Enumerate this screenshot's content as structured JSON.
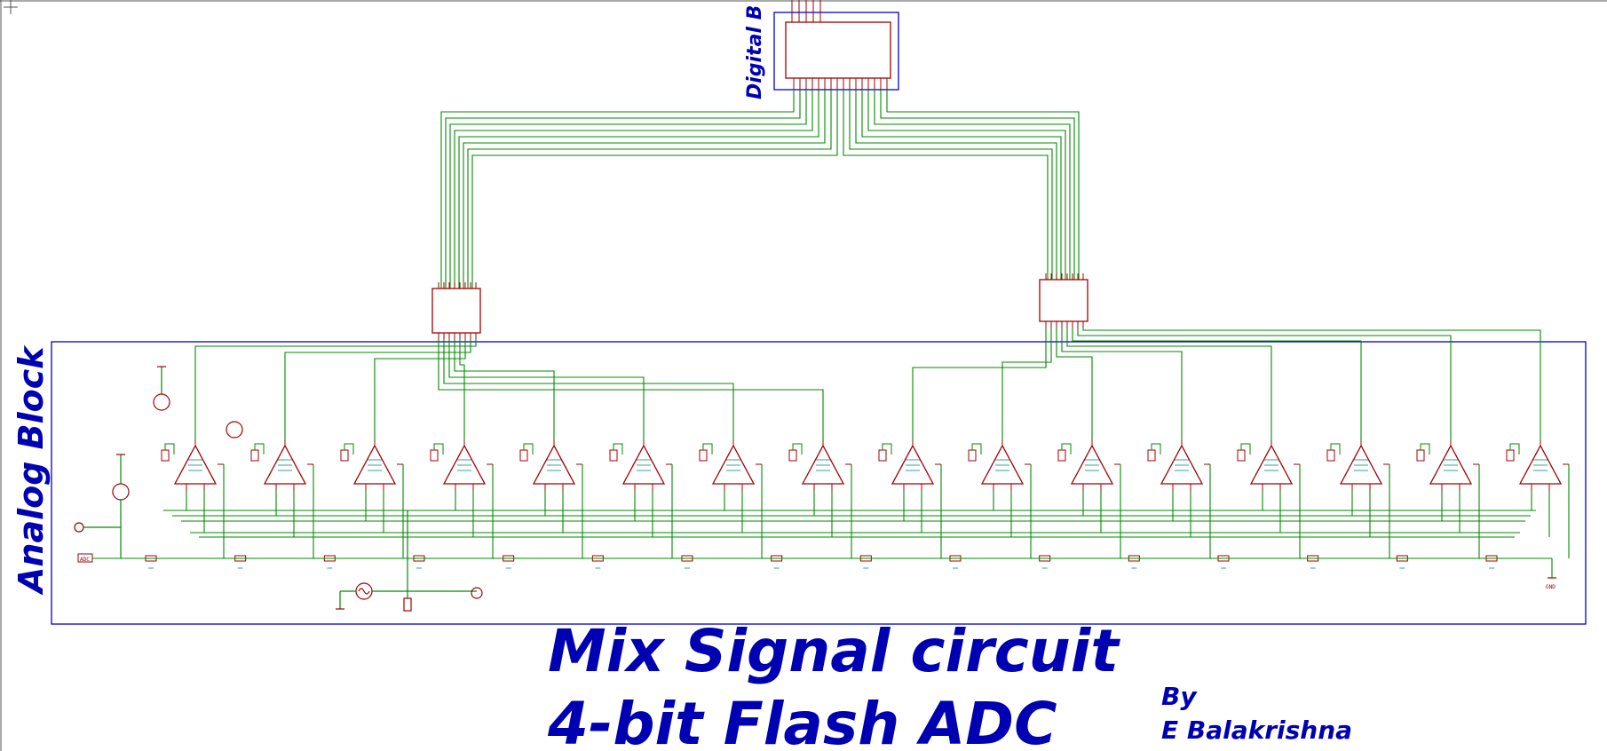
{
  "blocks": {
    "digital_label": "Digital B",
    "analog_label": "Analog Block"
  },
  "title": {
    "line1": "Mix Signal circuit",
    "line2": "4-bit Flash ADC"
  },
  "author": {
    "by": "By",
    "name": "E Balakrishna"
  },
  "components": {
    "adc_input_label": "ADC",
    "gnd_label": "GND",
    "comparator_count": 16,
    "resistor_count": 16
  },
  "colors": {
    "wire": "#008a00",
    "component": "#a00000",
    "block_border": "#0000cc",
    "title": "#0000b3",
    "ref_text": "#008a8a"
  }
}
